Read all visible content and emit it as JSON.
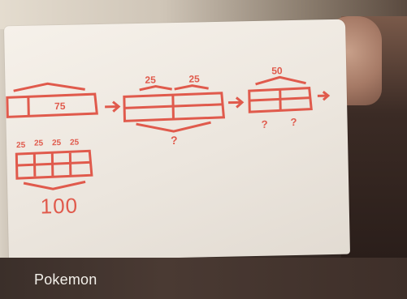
{
  "caption": {
    "text": "Pokemon"
  },
  "sketch": {
    "box1_label": "75",
    "box2_top_labels": [
      "25",
      "25"
    ],
    "box3_top_label": "50",
    "question_marks": [
      "?",
      "?",
      "?"
    ],
    "box4_top_labels": [
      "25",
      "25",
      "25",
      "25"
    ],
    "total_label": "100"
  }
}
